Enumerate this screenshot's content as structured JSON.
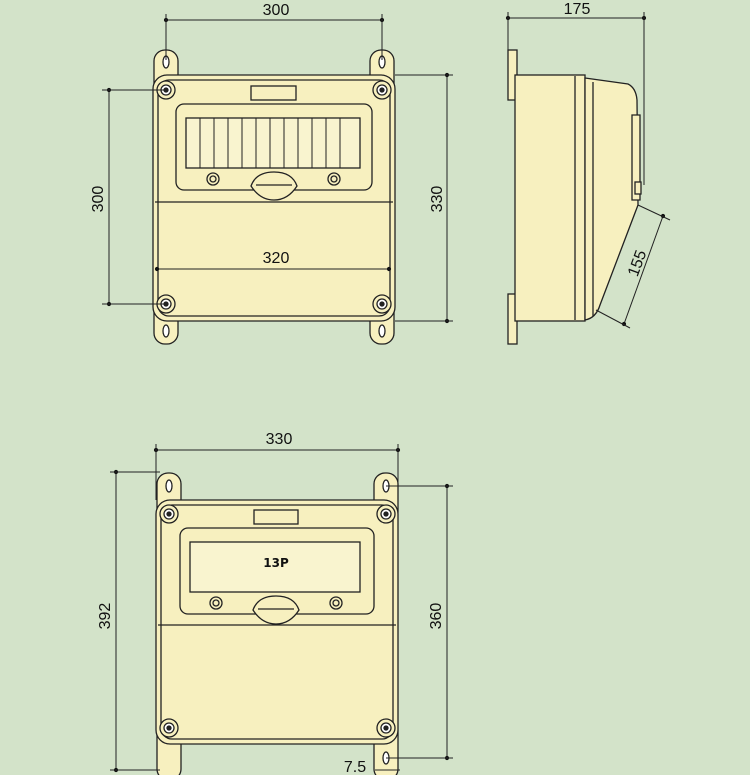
{
  "colors": {
    "background": "#d3e3c9",
    "enclosure_fill": "#f7f0bf",
    "outline": "#222222"
  },
  "front_view": {
    "dims": {
      "width_top": "300",
      "height_left": "300",
      "height_right": "330",
      "middle_width": "320"
    }
  },
  "side_view": {
    "dims": {
      "depth_top": "175",
      "slant": "155"
    }
  },
  "bottom_view": {
    "window_label": "13P",
    "dims": {
      "width_top": "330",
      "height_left": "392",
      "height_right": "360",
      "offset_bottom": "7.5"
    }
  }
}
